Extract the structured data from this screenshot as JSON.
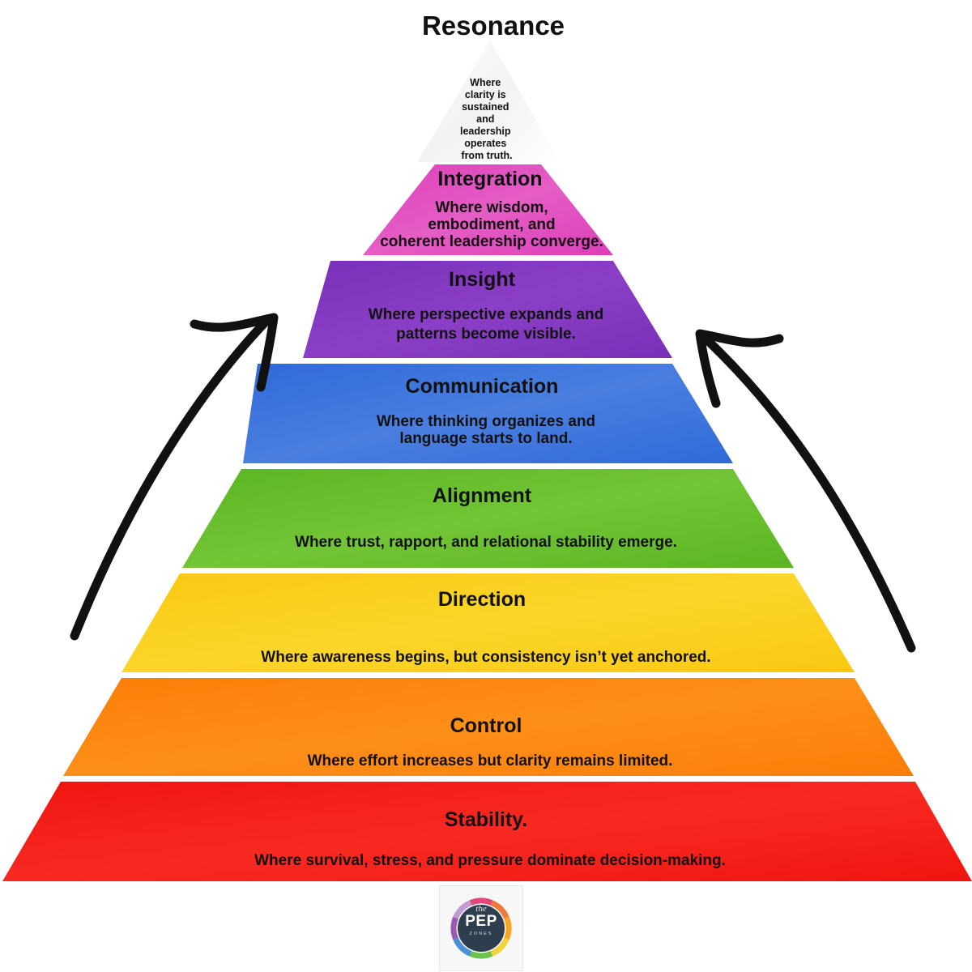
{
  "title": "Resonance",
  "apex": {
    "name": "Resonance",
    "description_lines": [
      "Where",
      "clarity is",
      "sustained",
      "and",
      "leadership",
      "operates",
      "from truth."
    ],
    "color": "#f2f2f2"
  },
  "layers": [
    {
      "name": "Integration",
      "description_lines": [
        "Where wisdom,",
        "embodiment, and",
        "coherent leadership converge."
      ],
      "color": "#dc3fb8",
      "color2": "#e55dc5"
    },
    {
      "name": "Insight",
      "description_lines": [
        "Where perspective expands and",
        "patterns become visible."
      ],
      "color": "#7a2fb8",
      "color2": "#8a3fc6"
    },
    {
      "name": "Communication",
      "description_lines": [
        "Where thinking organizes and",
        "language starts to land."
      ],
      "color": "#2f6ad8",
      "color2": "#4a7fe0"
    },
    {
      "name": "Alignment",
      "description_lines": [
        "Where trust, rapport, and relational stability emerge."
      ],
      "color": "#5bb522",
      "color2": "#72c535"
    },
    {
      "name": "Direction",
      "description_lines": [
        "Where awareness begins, but consistency isn’t yet anchored."
      ],
      "color": "#f9c812",
      "color2": "#fbd629"
    },
    {
      "name": "Control",
      "description_lines": [
        "Where effort increases but clarity remains limited."
      ],
      "color": "#fb7d08",
      "color2": "#fd8f18"
    },
    {
      "name": "Stability.",
      "description_lines": [
        "Where survival, stress, and pressure dominate decision-making."
      ],
      "color": "#f0150f",
      "color2": "#f72a22"
    }
  ],
  "arrows": {
    "left": "up-arrow",
    "right": "up-arrow",
    "color": "#111111"
  },
  "logo": {
    "small": "the",
    "main": "PEP",
    "sub": "ZONES",
    "ring_colors": [
      "#e5487a",
      "#f07a3a",
      "#f5a623",
      "#f2d33a",
      "#6cc24a",
      "#4a90d9",
      "#9b59b6",
      "#c39bd3"
    ],
    "center_color": "#2e3e4f"
  }
}
